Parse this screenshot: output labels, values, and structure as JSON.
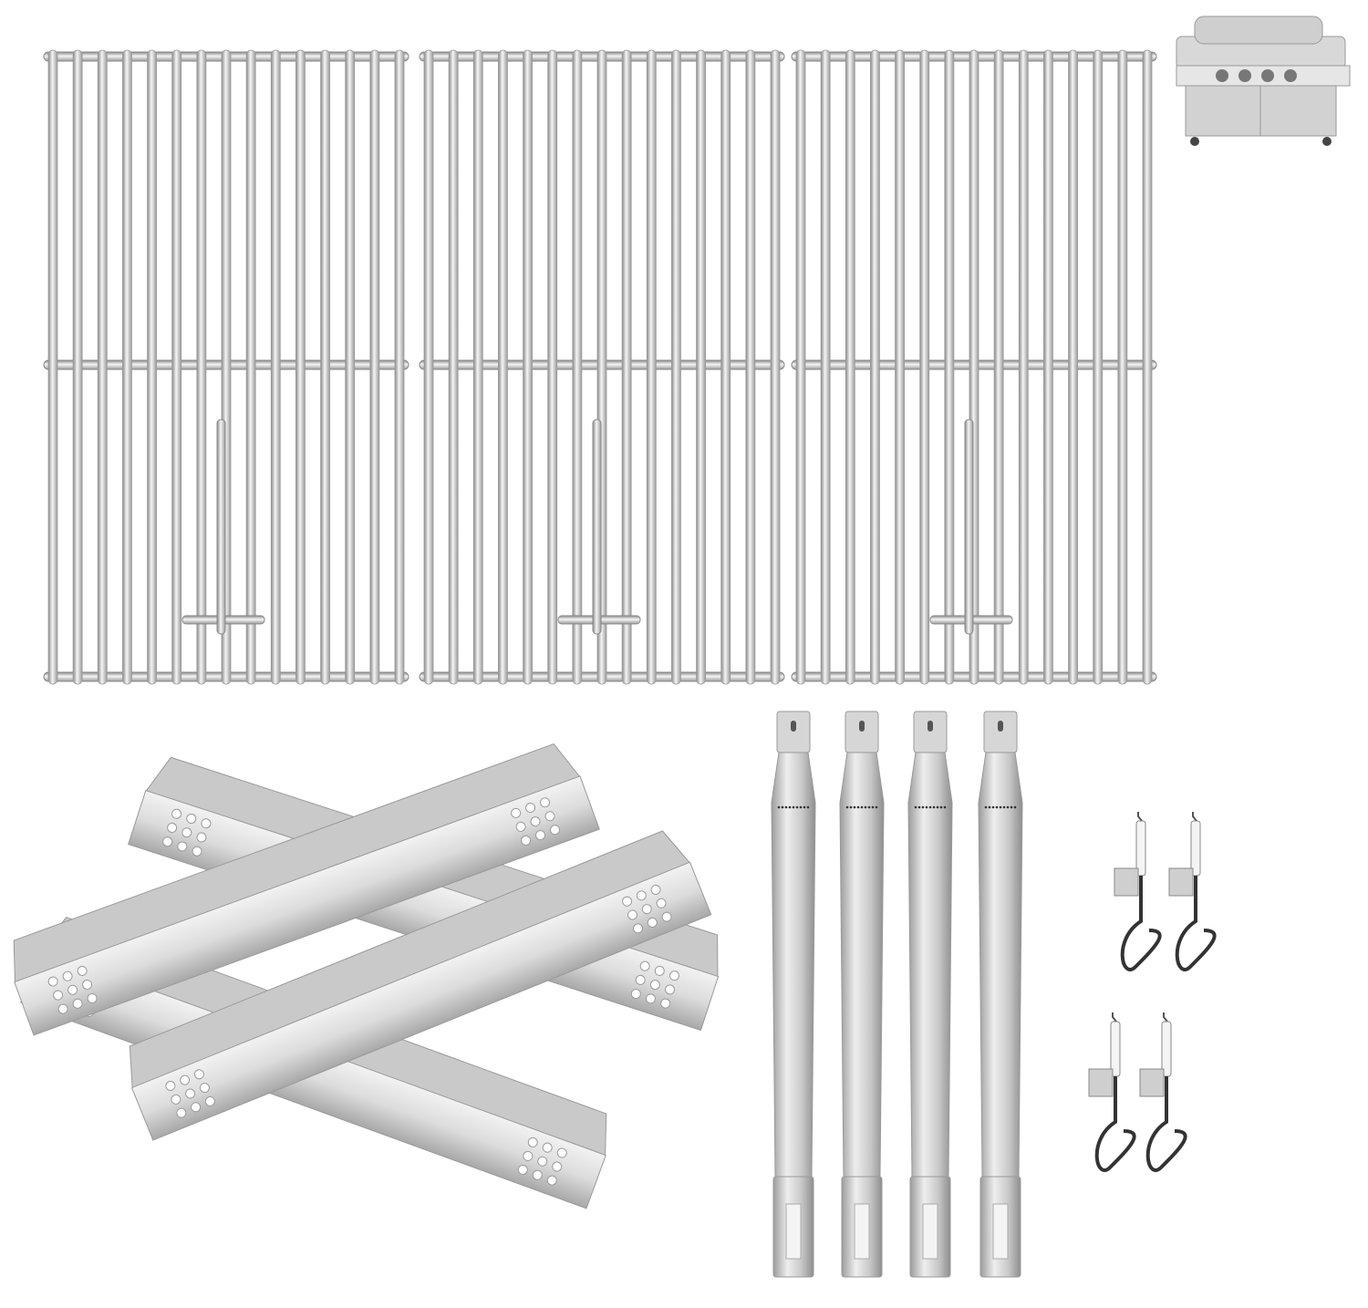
{
  "colors": {
    "background": "#ffffff",
    "steel_light": "#e9e9e9",
    "steel_mid": "#bdbdbd",
    "steel_dark": "#8a8a8a",
    "igniter_wire": "#333333",
    "igniter_ceramic": "#f4f4f4"
  },
  "parts": {
    "cooking_grates": 3,
    "heat_plates": 4,
    "burner_tubes": 4,
    "igniter_electrodes": 4
  },
  "icons": [
    "grill-thumbnail-icon"
  ]
}
